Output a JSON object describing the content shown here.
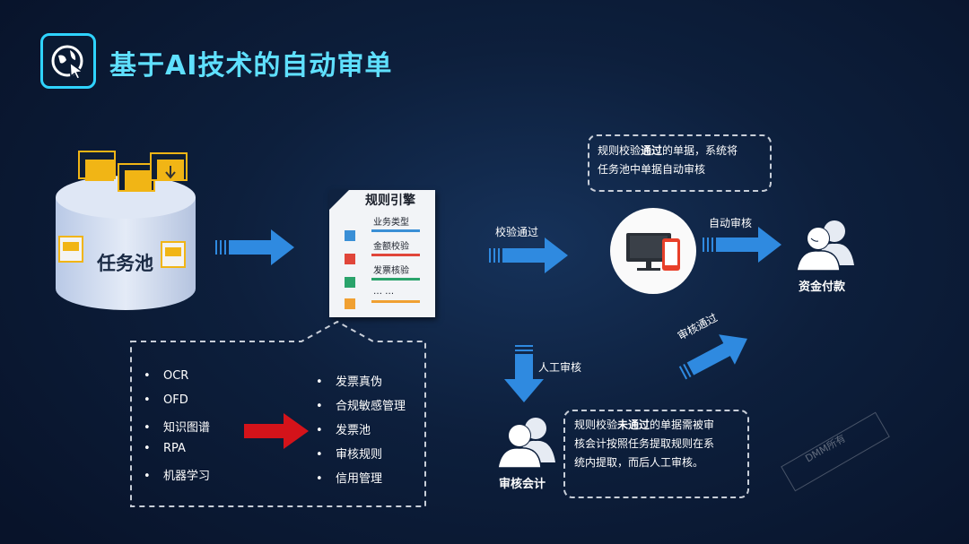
{
  "header": {
    "title": "基于AI技术的自动审单",
    "logo_icon": "globe-cursor-icon"
  },
  "pool": {
    "label": "任务池"
  },
  "rule_engine": {
    "title": "规则引擎",
    "items": [
      {
        "label": "业务类型",
        "color": "#3a8fd6"
      },
      {
        "label": "金额校验",
        "color": "#e0463a"
      },
      {
        "label": "发票核验",
        "color": "#2aa36b"
      },
      {
        "label": "… …",
        "color": "#f0a032"
      }
    ]
  },
  "tech_list": {
    "left": [
      "OCR",
      "OFD",
      "知识图谱",
      "RPA",
      "机器学习"
    ],
    "right": [
      "发票真伪",
      "合规敏感管理",
      "发票池",
      "审核规则",
      "信用管理"
    ]
  },
  "flow": {
    "pass_label": "校验通过",
    "auto_label": "自动审核",
    "manual_label": "人工审核",
    "approve_label": "审核通过"
  },
  "notes": {
    "top_a": "规则校验",
    "top_b": "通过",
    "top_c": "的单据，系统将",
    "top_d": "任务池中单据自动审核",
    "bottom_a": "规则校验",
    "bottom_b": "未通过",
    "bottom_c": "的单据需被审",
    "bottom_d": "核会计按照任务提取规则在系",
    "bottom_e": "统内提取，而后人工审核。"
  },
  "actors": {
    "payment": "资金付款",
    "auditor": "审核会计"
  },
  "watermark": "DMM所有"
}
